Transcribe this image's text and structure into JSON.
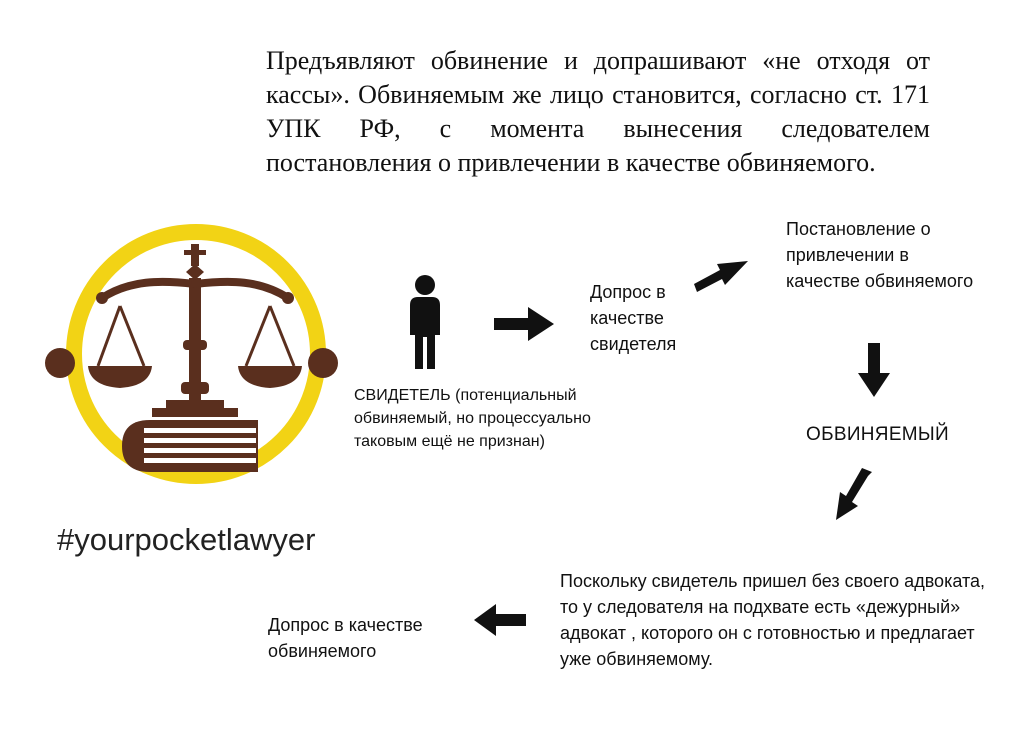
{
  "intro_text": "Предъявляют обвинение и допрашивают «не отходя от кассы». Обвиняемым же лицо становится, согласно ст. 171 УПК РФ, с момента вынесения следователем постановления о привлечении в качестве обвиняемого.",
  "hashtag": "#yourpocketlawyer",
  "colors": {
    "logo_ring": "#F2D315",
    "logo_brown": "#5A2F1E",
    "arrow": "#111111"
  },
  "icons": {
    "logo": "scales-of-justice-icon",
    "person": "person-icon"
  },
  "nodes": {
    "witness_title": "СВИДЕТЕЛЬ",
    "witness_note": "(потенциальный обвиняемый, но процессуально таковым ещё не признан)",
    "witness_interrogation": "Допрос в качестве свидетеля",
    "resolution": "Постановление о привлечении в качестве обвиняемого",
    "accused": "ОБВИНЯЕМЫЙ",
    "lawyer_note": "Поскольку свидетель пришел без своего адвоката, то у следователя на подхвате есть «дежурный» адвокат , которого он с готовностью и предлагает уже обвиняемому.",
    "accused_interrogation": "Допрос в качестве обвиняемого"
  }
}
